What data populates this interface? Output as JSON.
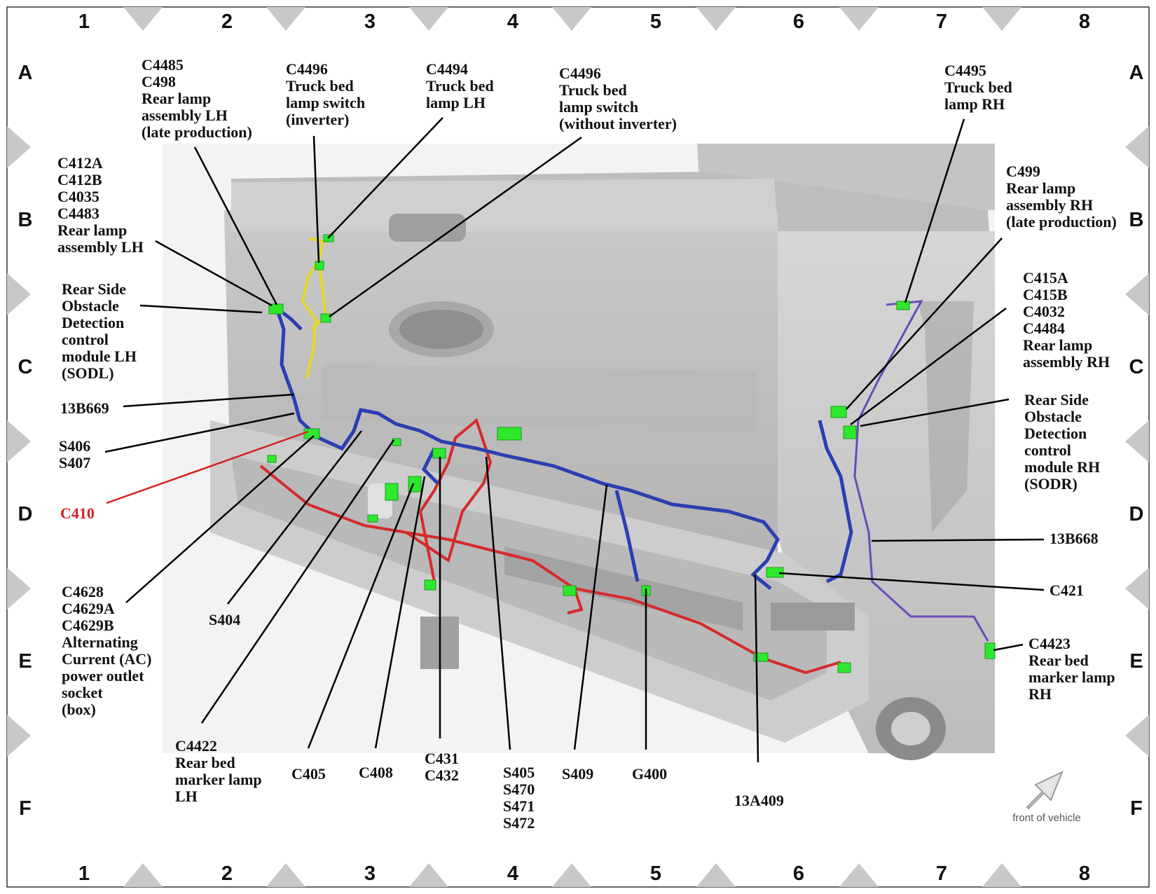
{
  "grid": {
    "columns": [
      "1",
      "2",
      "3",
      "4",
      "5",
      "6",
      "7",
      "8"
    ],
    "rows": [
      "A",
      "B",
      "C",
      "D",
      "E",
      "F"
    ]
  },
  "colors": {
    "harness_blue": "#2b3fb0",
    "harness_red": "#d62a2a",
    "harness_yellow": "#e4d72a",
    "harness_purple": "#6a4bb8",
    "connector_green": "#2ee82e",
    "highlight_label": "#d42020"
  },
  "callouts": {
    "c4485": [
      "C4485",
      "C498",
      "Rear lamp",
      "assembly LH",
      "(late production)"
    ],
    "c4496_inv": [
      "C4496",
      "Truck bed",
      "lamp switch",
      "(inverter)"
    ],
    "c4494": [
      "C4494",
      "Truck bed",
      "lamp LH"
    ],
    "c4496_noinv": [
      "C4496",
      "Truck bed",
      "lamp switch",
      "(without inverter)"
    ],
    "c4495": [
      "C4495",
      "Truck bed",
      "lamp RH"
    ],
    "c412a": [
      "C412A",
      "C412B",
      "C4035",
      "C4483",
      "Rear lamp",
      "assembly LH"
    ],
    "c499": [
      "C499",
      "Rear lamp",
      "assembly RH",
      "(late production)"
    ],
    "sodl": [
      "Rear Side",
      "Obstacle",
      "Detection",
      "control",
      "module LH",
      "(SODL)"
    ],
    "c415a": [
      "C415A",
      "C415B",
      "C4032",
      "C4484",
      "Rear lamp",
      "assembly RH"
    ],
    "b669": [
      "13B669"
    ],
    "sodr": [
      "Rear Side",
      "Obstacle",
      "Detection",
      "control",
      "module RH",
      "(SODR)"
    ],
    "s406": [
      "S406",
      "S407"
    ],
    "c410": [
      "C410"
    ],
    "b668": [
      "13B668"
    ],
    "c421": [
      "C421"
    ],
    "c4628": [
      "C4628",
      "C4629A",
      "C4629B",
      "Alternating",
      "Current (AC)",
      "power outlet",
      "socket",
      "(box)"
    ],
    "s404": [
      "S404"
    ],
    "c4423": [
      "C4423",
      "Rear bed",
      "marker lamp",
      "RH"
    ],
    "c4422": [
      "C4422",
      "Rear bed",
      "marker lamp",
      "LH"
    ],
    "c405": [
      "C405"
    ],
    "c408": [
      "C408"
    ],
    "c431": [
      "C431",
      "C432"
    ],
    "s405": [
      "S405",
      "S470",
      "S471",
      "S472"
    ],
    "s409": [
      "S409"
    ],
    "g400": [
      "G400"
    ],
    "a409": [
      "13A409"
    ]
  },
  "front_of_vehicle": "front of vehicle"
}
